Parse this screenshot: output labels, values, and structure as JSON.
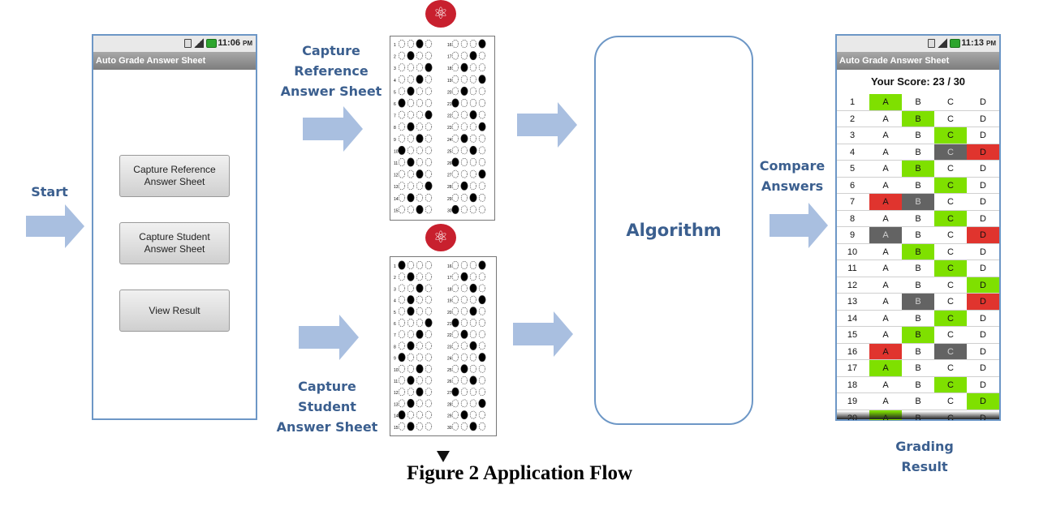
{
  "labels": {
    "start": "Start",
    "capture_reference": "Capture Reference\nAnswer Sheet",
    "capture_student": "Capture Student\nAnswer Sheet",
    "compare": "Compare\nAnswers",
    "grading_result": "Grading Result",
    "algorithm": "Algorithm"
  },
  "figure_caption": "Figure 2 Application Flow",
  "phone_left": {
    "time": "11:06",
    "time_suffix": "PM",
    "app_title": "Auto Grade Answer Sheet",
    "buttons": [
      {
        "label": "Capture Reference Answer Sheet"
      },
      {
        "label": "Capture Student Answer Sheet"
      },
      {
        "label": "View Result"
      }
    ]
  },
  "phone_right": {
    "time": "11:13",
    "time_suffix": "PM",
    "app_title": "Auto Grade Answer Sheet",
    "score": "Your Score: 23 / 30",
    "choices": [
      "A",
      "B",
      "C",
      "D"
    ],
    "rows": [
      {
        "n": "1",
        "green": "A",
        "red": "",
        "gray": ""
      },
      {
        "n": "2",
        "green": "B",
        "red": "",
        "gray": ""
      },
      {
        "n": "3",
        "green": "C",
        "red": "",
        "gray": ""
      },
      {
        "n": "4",
        "green": "",
        "red": "D",
        "gray": "C"
      },
      {
        "n": "5",
        "green": "B",
        "red": "",
        "gray": ""
      },
      {
        "n": "6",
        "green": "C",
        "red": "",
        "gray": ""
      },
      {
        "n": "7",
        "green": "",
        "red": "A",
        "gray": "B"
      },
      {
        "n": "8",
        "green": "C",
        "red": "",
        "gray": ""
      },
      {
        "n": "9",
        "green": "",
        "red": "D",
        "gray": "A"
      },
      {
        "n": "10",
        "green": "B",
        "red": "",
        "gray": ""
      },
      {
        "n": "11",
        "green": "C",
        "red": "",
        "gray": ""
      },
      {
        "n": "12",
        "green": "D",
        "red": "",
        "gray": ""
      },
      {
        "n": "13",
        "green": "",
        "red": "D",
        "gray": "B"
      },
      {
        "n": "14",
        "green": "C",
        "red": "",
        "gray": ""
      },
      {
        "n": "15",
        "green": "B",
        "red": "",
        "gray": ""
      },
      {
        "n": "16",
        "green": "",
        "red": "A",
        "gray": "C"
      },
      {
        "n": "17",
        "green": "A",
        "red": "",
        "gray": ""
      },
      {
        "n": "18",
        "green": "C",
        "red": "",
        "gray": ""
      },
      {
        "n": "19",
        "green": "D",
        "red": "",
        "gray": ""
      },
      {
        "n": "20",
        "green": "A",
        "red": "",
        "gray": ""
      }
    ]
  },
  "colors": {
    "accent_border": "#6d97c6",
    "label_text": "#3b5f8f",
    "correct": "#7fe000",
    "wrong": "#e0342e",
    "reference": "#636363",
    "arrow": "#a9bfe0",
    "logo": "#c8202e"
  },
  "reference_sheet": {
    "left_filled": [
      2,
      1,
      3,
      2,
      1,
      0,
      3,
      1,
      2,
      0,
      1,
      2,
      3,
      1,
      2
    ],
    "right_filled": [
      3,
      2,
      1,
      3,
      1,
      0,
      2,
      3,
      1,
      2,
      0,
      3,
      1,
      2,
      0
    ]
  },
  "student_sheet": {
    "left_filled": [
      0,
      1,
      2,
      1,
      1,
      3,
      2,
      1,
      0,
      2,
      1,
      2,
      1,
      0,
      1
    ],
    "right_filled": [
      3,
      1,
      2,
      3,
      2,
      0,
      1,
      2,
      3,
      1,
      2,
      0,
      3,
      1,
      2
    ]
  },
  "icons": [
    "sim-card-icon",
    "signal-icon",
    "battery-icon",
    "science-logo-icon",
    "arrow-right-icon",
    "triangle-marker-icon"
  ]
}
